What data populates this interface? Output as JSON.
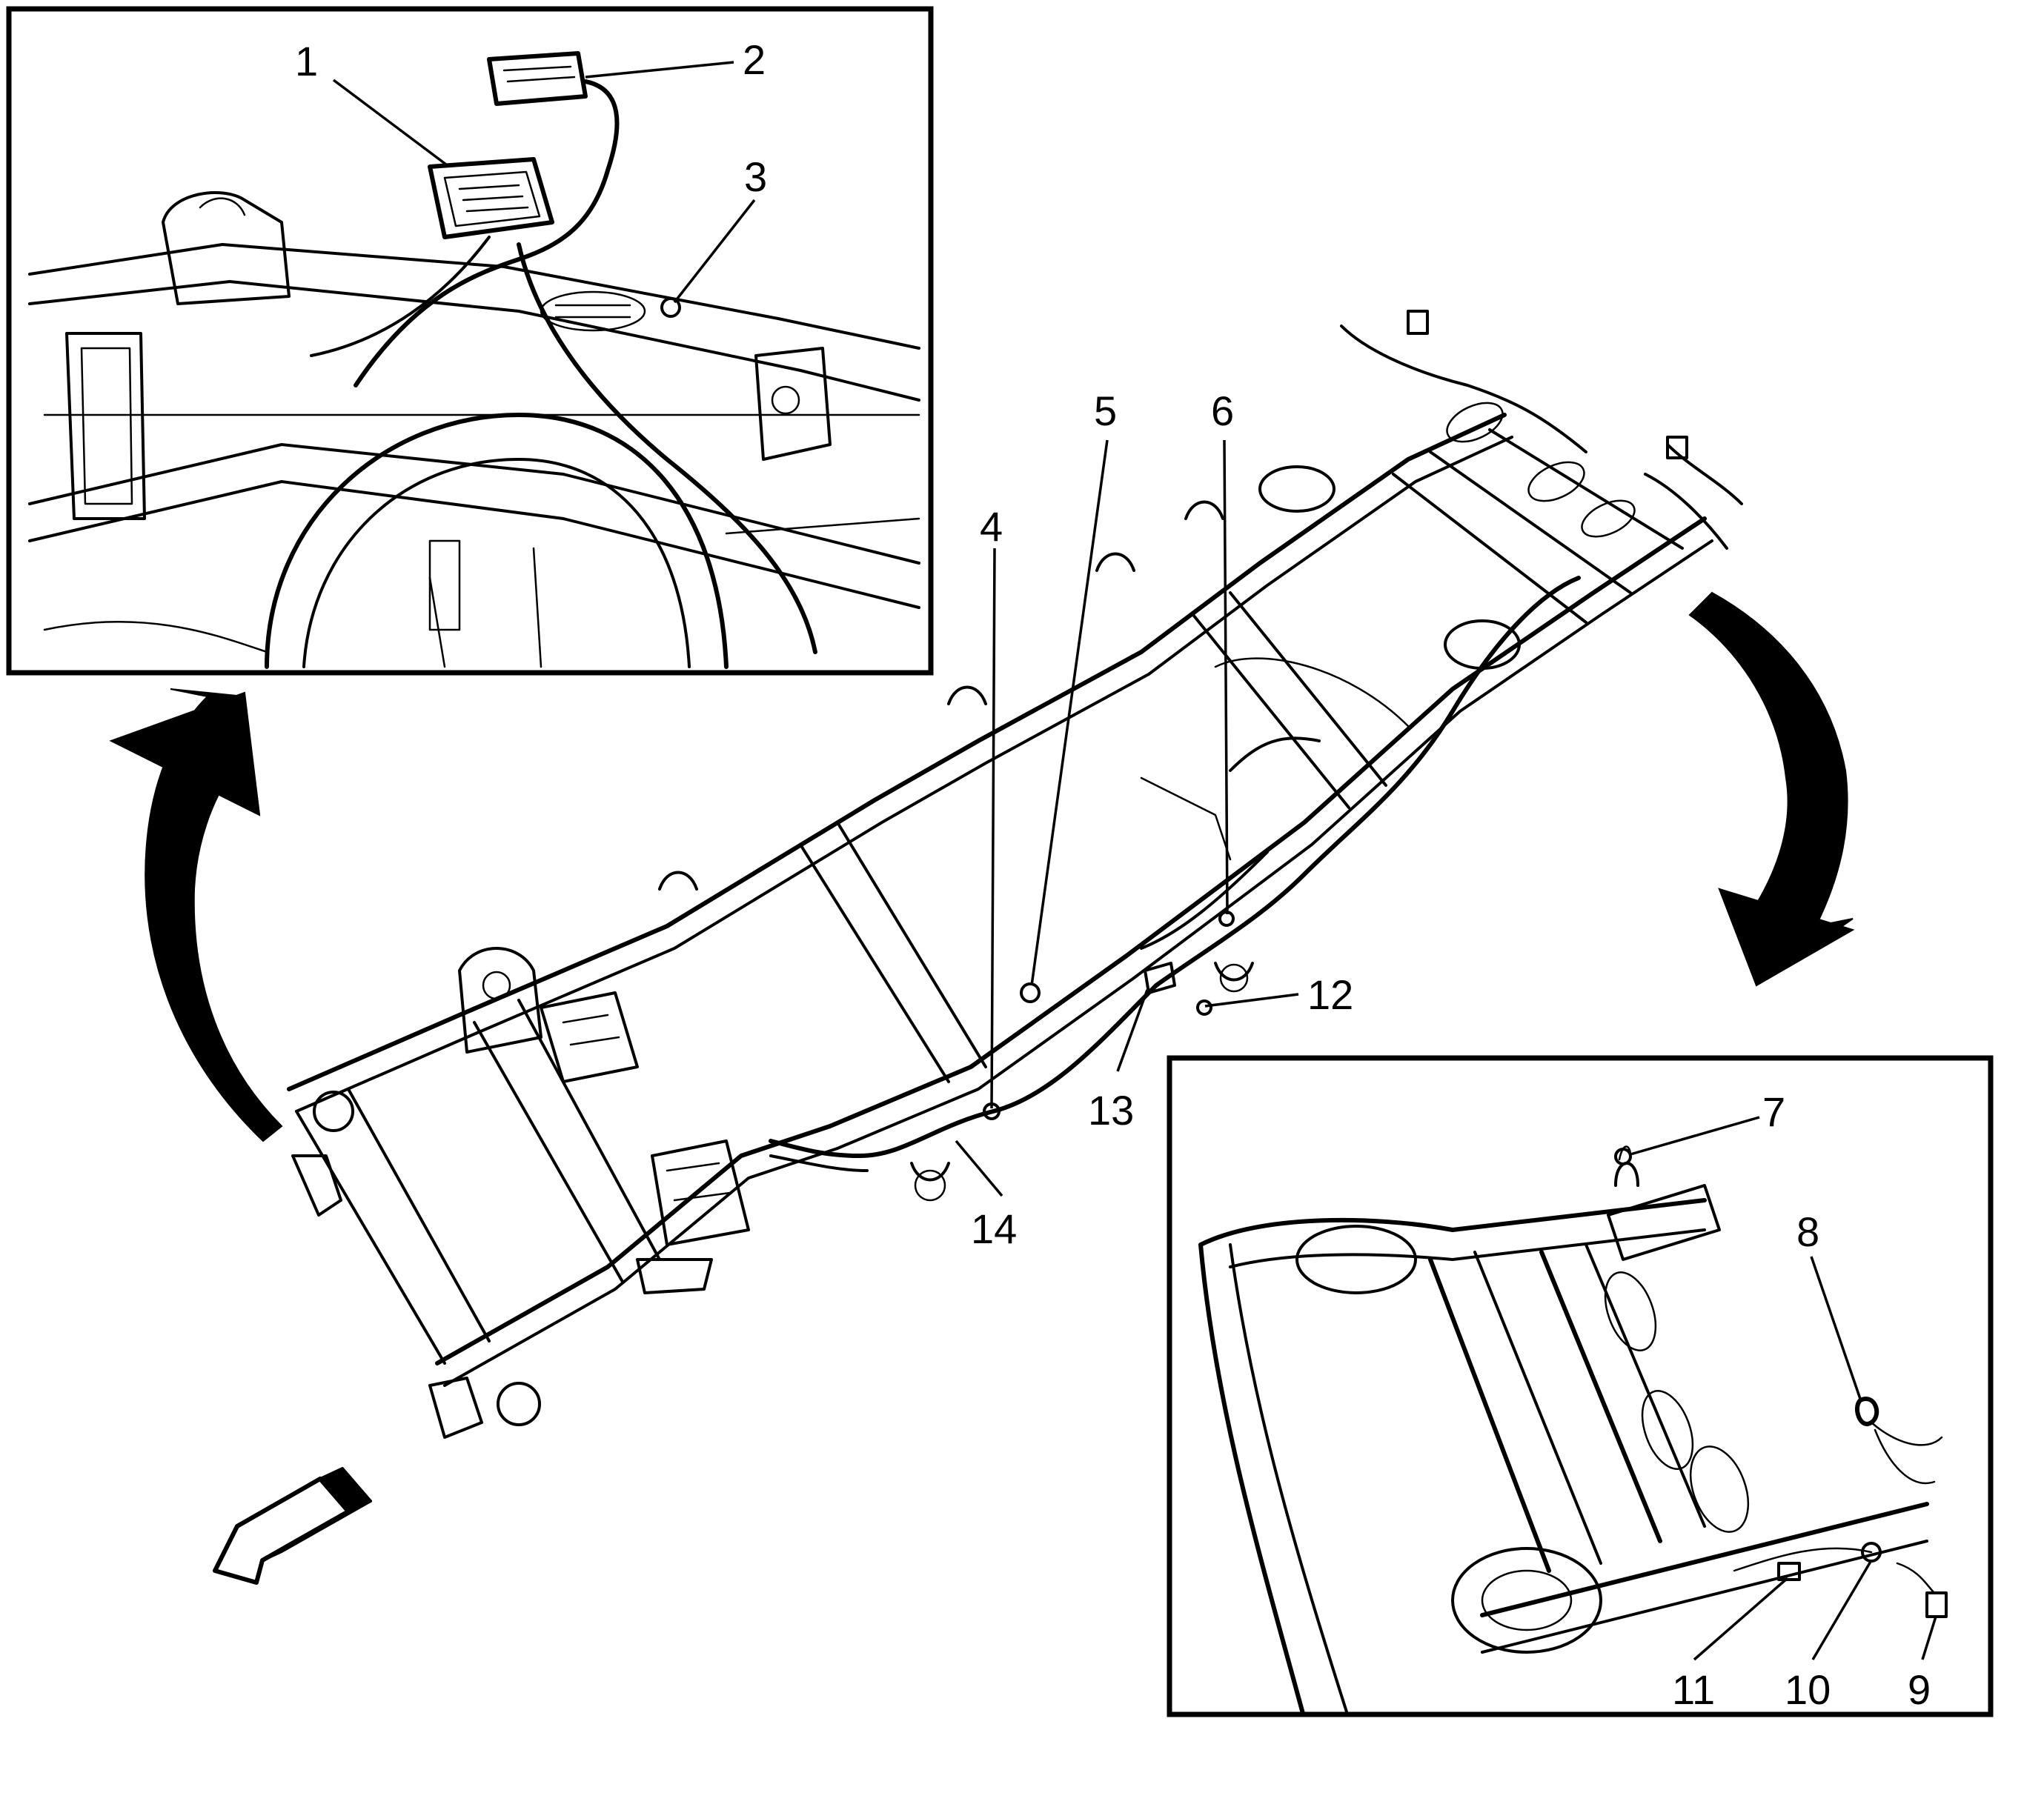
{
  "callouts": [
    {
      "id": "1",
      "label": "1"
    },
    {
      "id": "2",
      "label": "2"
    },
    {
      "id": "3",
      "label": "3"
    },
    {
      "id": "4",
      "label": "4"
    },
    {
      "id": "5",
      "label": "5"
    },
    {
      "id": "6",
      "label": "6"
    },
    {
      "id": "7",
      "label": "7"
    },
    {
      "id": "8",
      "label": "8"
    },
    {
      "id": "9",
      "label": "9"
    },
    {
      "id": "10",
      "label": "10"
    },
    {
      "id": "11",
      "label": "11"
    },
    {
      "id": "12",
      "label": "12"
    },
    {
      "id": "13",
      "label": "13"
    },
    {
      "id": "14",
      "label": "14"
    }
  ],
  "icons": {
    "front_direction": "front-direction-arrow-icon",
    "zoom_arrow_left": "curved-arrow-icon",
    "zoom_arrow_right": "curved-arrow-icon"
  },
  "colors": {
    "line": "#000000",
    "arrow_fill": "#000000",
    "background": "#ffffff"
  }
}
